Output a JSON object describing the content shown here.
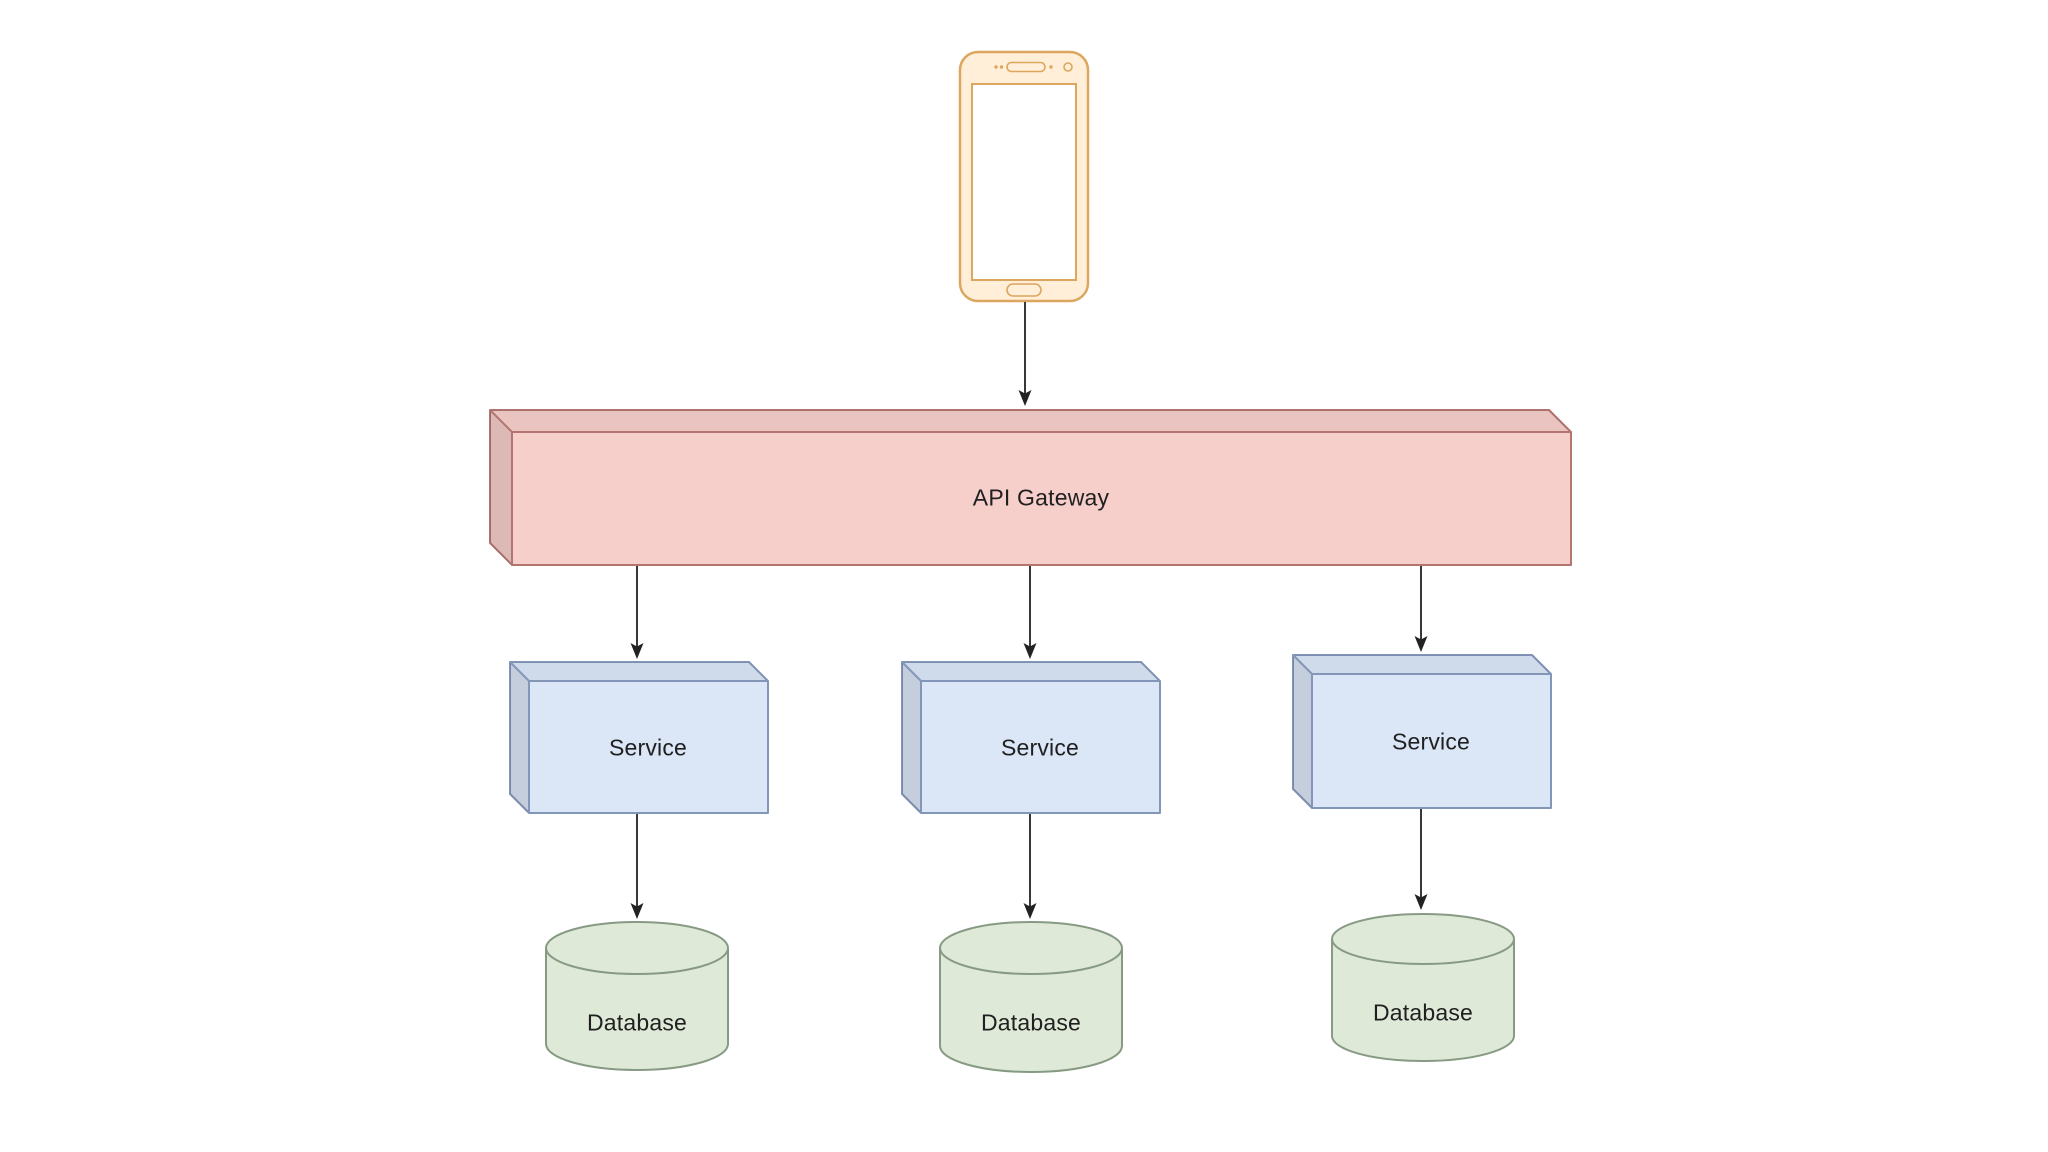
{
  "diagram": {
    "background_color": "#ffffff",
    "edge_color": "#222222",
    "text_color": "#202020",
    "nodes": {
      "client": {
        "shape": "smartphone",
        "fill": "#ffeed8",
        "stroke": "#dca65f",
        "screen_fill": "#ffffff"
      },
      "gateway": {
        "label": "API Gateway",
        "shape": "cube-3d",
        "fill": "#f6cfcb",
        "stroke": "#b27572"
      },
      "services": [
        {
          "label": "Service",
          "shape": "cube-3d",
          "fill": "#dbe6f7",
          "stroke": "#8496b8"
        },
        {
          "label": "Service",
          "shape": "cube-3d",
          "fill": "#dbe6f7",
          "stroke": "#8496b8"
        },
        {
          "label": "Service",
          "shape": "cube-3d",
          "fill": "#dbe6f7",
          "stroke": "#8496b8"
        }
      ],
      "databases": [
        {
          "label": "Database",
          "shape": "cylinder",
          "fill": "#dfe9d8",
          "stroke": "#879a83"
        },
        {
          "label": "Database",
          "shape": "cylinder",
          "fill": "#dfe9d8",
          "stroke": "#879a83"
        },
        {
          "label": "Database",
          "shape": "cylinder",
          "fill": "#dfe9d8",
          "stroke": "#879a83"
        }
      ]
    },
    "edges": [
      {
        "from": "client",
        "to": "gateway"
      },
      {
        "from": "gateway",
        "to": "service-1"
      },
      {
        "from": "gateway",
        "to": "service-2"
      },
      {
        "from": "gateway",
        "to": "service-3"
      },
      {
        "from": "service-1",
        "to": "database-1"
      },
      {
        "from": "service-2",
        "to": "database-2"
      },
      {
        "from": "service-3",
        "to": "database-3"
      }
    ]
  }
}
